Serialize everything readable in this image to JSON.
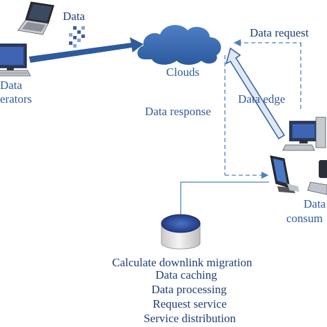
{
  "labels": {
    "data_tag": "Data",
    "clouds": "Clouds",
    "data_request": "Data request",
    "data_edge": "Data edge",
    "data_response": "Data response",
    "generators_line1": "Data",
    "generators_line2": "erators",
    "consumers_line1": "Data",
    "consumers_line2": "consum"
  },
  "services": [
    "Calculate downlink migration",
    "Data caching",
    "Data processing",
    "Request service",
    "Service distribution"
  ],
  "colors": {
    "arrow_blue": "#2e5b9e",
    "cloud_fill": "#3f6fb6",
    "label_text": "#2e5b9e",
    "service_text": "#1f3e78",
    "dashed_line": "#4f7fc4"
  }
}
